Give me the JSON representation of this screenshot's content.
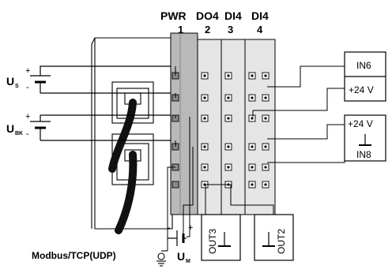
{
  "header": {
    "modules": [
      "PWR",
      "DO4",
      "DI4",
      "DI4"
    ],
    "slots": [
      "1",
      "2",
      "3",
      "4"
    ]
  },
  "sources": {
    "us": {
      "main": "U",
      "sub": "S"
    },
    "ubk": {
      "main": "U",
      "sub": "BK"
    },
    "um": {
      "main": "U",
      "sub": "M"
    },
    "plus": "+",
    "minus": "-"
  },
  "inputs": [
    {
      "name": "IN6",
      "supply": "+24 V"
    },
    {
      "name": "IN8",
      "supply": "+24 V"
    }
  ],
  "outputs": [
    "OUT3",
    "OUT2"
  ],
  "caption": "Modbus/TCP(UDP)"
}
